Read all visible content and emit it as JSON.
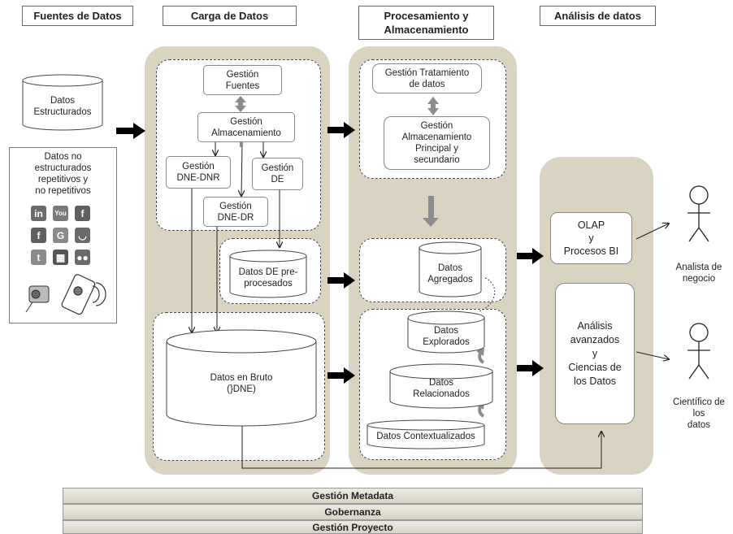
{
  "headers": {
    "sources": "Fuentes de Datos",
    "load": "Carga de Datos",
    "processing_1": "Procesamiento y",
    "processing_2": "Almacenamiento",
    "analysis": "Análisis de datos"
  },
  "sources": {
    "structured": [
      "Datos",
      "Estructurados"
    ],
    "unstructured": [
      "Datos no",
      "estructurados",
      "repetitivos y",
      "no repetitivos"
    ]
  },
  "load": {
    "gestion_fuentes": [
      "Gestión",
      "Fuentes"
    ],
    "gestion_almacenamiento": [
      "Gestión",
      "Almacenamiento"
    ],
    "gestion_dne_dnr": [
      "Gestión",
      "DNE-DNR"
    ],
    "gestion_de": [
      "Gestión",
      "DE"
    ],
    "gestion_dne_dr": [
      "Gestión",
      "DNE-DR"
    ],
    "datos_de_pre": [
      "Datos DE pre-",
      "procesados"
    ],
    "datos_bruto": [
      "Datos en Bruto",
      "(}DNE)"
    ]
  },
  "processing": {
    "tratamiento": [
      "Gestión Tratamiento",
      "de datos"
    ],
    "alm_principal": [
      "Gestión",
      "Almacenamiento",
      "Principal y",
      "secundario"
    ],
    "agregados": [
      "Datos",
      "Agregados"
    ],
    "explorados": [
      "Datos",
      "Explorados"
    ],
    "relacionados": [
      "Datos",
      "Relacionados"
    ],
    "contextualizados": "Datos Contextualizados"
  },
  "analysis": {
    "olap": [
      "OLAP",
      "y",
      "Procesos BI"
    ],
    "avanzados": [
      "Análisis",
      "avanzados",
      "y",
      "Ciencias de",
      "los Datos"
    ]
  },
  "actors": {
    "analista": [
      "Analista de",
      "negocio"
    ],
    "cientifico": [
      "Científico de",
      "los",
      "datos"
    ]
  },
  "bars": {
    "metadata": "Gestión Metadata",
    "gobernanza": "Gobernanza",
    "proyecto": "Gestión Proyecto"
  },
  "social_icons": [
    {
      "name": "linkedin-icon",
      "glyph": "in",
      "color": "#6a6a6a"
    },
    {
      "name": "youtube-icon",
      "glyph": "You",
      "color": "#7a7a7a"
    },
    {
      "name": "facebook-icon",
      "glyph": "f",
      "color": "#5f5f5f"
    },
    {
      "name": "facebook-icon",
      "glyph": "f",
      "color": "#5f5f5f"
    },
    {
      "name": "google-icon",
      "glyph": "G",
      "color": "#8a8a8a"
    },
    {
      "name": "rss-icon",
      "glyph": "◡",
      "color": "#6a6a6a"
    },
    {
      "name": "twitter-icon",
      "glyph": "t",
      "color": "#8a8a8a"
    },
    {
      "name": "delicious-icon",
      "glyph": "▦",
      "color": "#555555"
    },
    {
      "name": "flickr-icon",
      "glyph": "●●",
      "color": "#6a6a6a"
    }
  ]
}
